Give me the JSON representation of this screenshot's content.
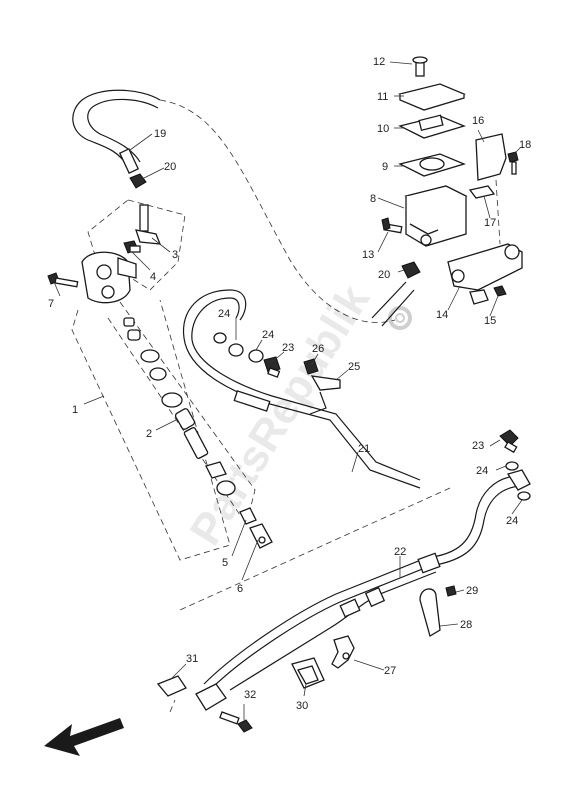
{
  "labels": {
    "p1": "1",
    "p2": "2",
    "p3": "3",
    "p4": "4",
    "p5": "5",
    "p6": "6",
    "p7": "7",
    "p8": "8",
    "p9": "9",
    "p10": "10",
    "p11": "11",
    "p12": "12",
    "p13": "13",
    "p14": "14",
    "p15": "15",
    "p16": "16",
    "p17": "17",
    "p18": "18",
    "p19": "19",
    "p20a": "20",
    "p20b": "20",
    "p21": "21",
    "p22": "22",
    "p23a": "23",
    "p23b": "23",
    "p24a": "24",
    "p24b": "24",
    "p24c": "24",
    "p24d": "24",
    "p25": "25",
    "p26": "26",
    "p27": "27",
    "p28": "28",
    "p29": "29",
    "p30": "30",
    "p31": "31",
    "p32": "32"
  },
  "watermark": "PartsRepublik",
  "icons": {
    "direction_arrow": "front-direction-arrow-icon",
    "gear": "gear-icon"
  }
}
